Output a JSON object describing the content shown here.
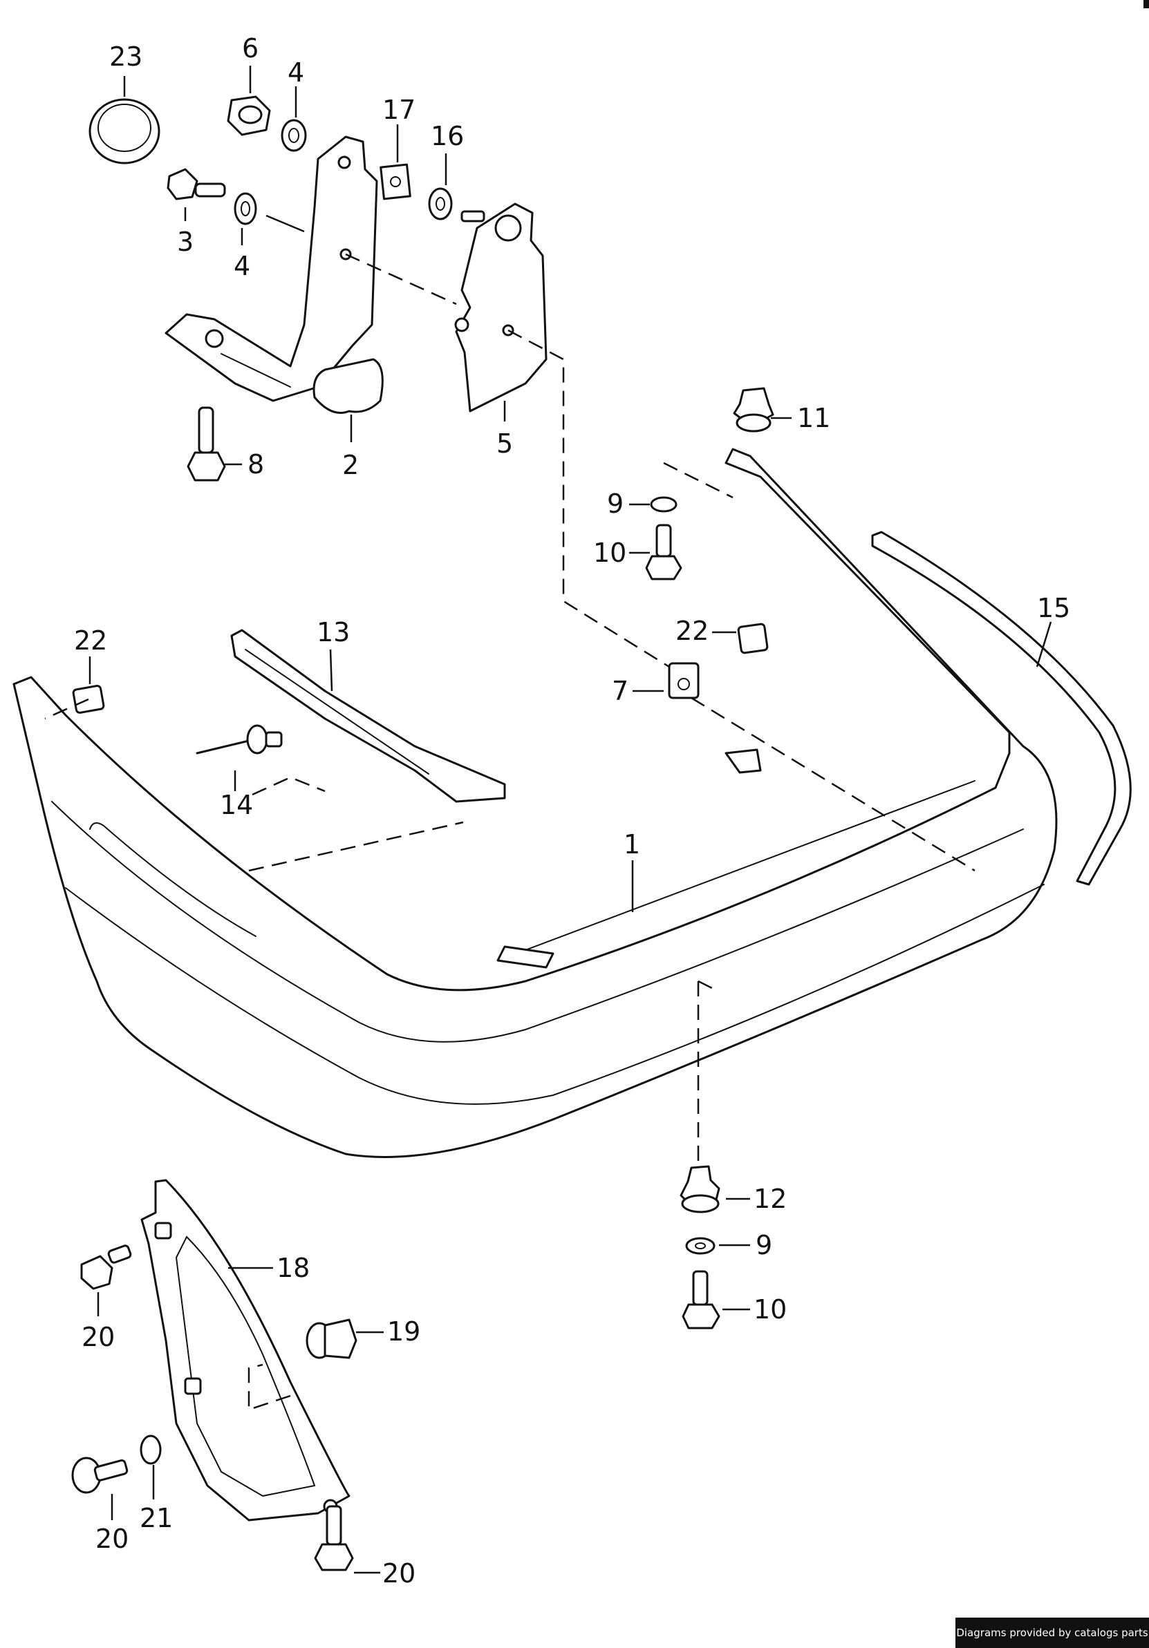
{
  "diagram": {
    "callouts": [
      "23",
      "6",
      "4",
      "17",
      "16",
      "3",
      "4",
      "2",
      "8",
      "5",
      "11",
      "9",
      "10",
      "22",
      "7",
      "15",
      "22",
      "13",
      "14",
      "1",
      "12",
      "9",
      "10",
      "18",
      "19",
      "20",
      "20",
      "21",
      "20"
    ]
  },
  "footer": {
    "credit": "Diagrams provided by catalogs parts"
  }
}
